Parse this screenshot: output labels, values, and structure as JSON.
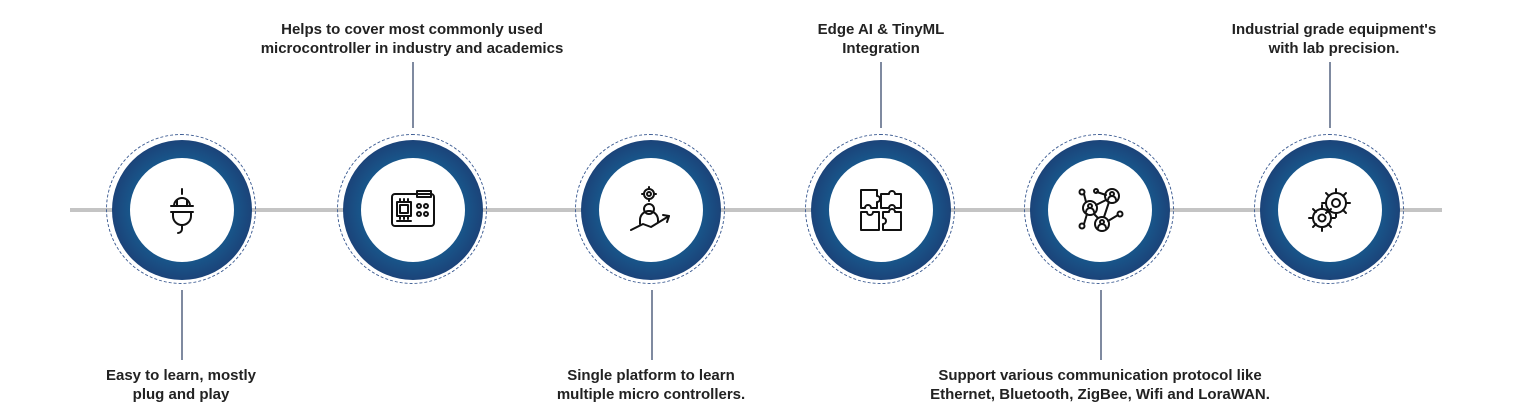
{
  "features": [
    {
      "text_lines": [
        "Easy to learn, mostly",
        "plug and play"
      ],
      "icon": "plug-icon"
    },
    {
      "text_lines": [
        "Helps to cover most commonly used",
        "microcontroller in industry and academics"
      ],
      "icon": "circuit-board-icon"
    },
    {
      "text_lines": [
        "Single platform to learn",
        "multiple micro controllers."
      ],
      "icon": "learner-growth-icon"
    },
    {
      "text_lines": [
        "Edge AI & TinyML",
        "Integration"
      ],
      "icon": "puzzle-icon"
    },
    {
      "text_lines": [
        "Support various communication protocol like",
        "Ethernet, Bluetooth, ZigBee, Wifi and LoraWAN."
      ],
      "icon": "network-icon"
    },
    {
      "text_lines": [
        "Industrial grade equipment's",
        "with lab precision."
      ],
      "icon": "gears-icon"
    }
  ],
  "colors": {
    "ring_dark": "#1e2e63",
    "ring_teal": "#1b6c9c",
    "timeline": "#c4c4c4",
    "text": "#222222"
  }
}
